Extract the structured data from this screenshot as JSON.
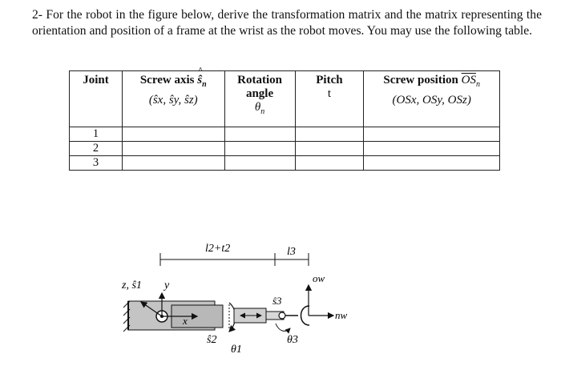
{
  "problem_text": "2- For the robot in the figure below, derive the transformation matrix and the matrix representing the orientation and position of a frame at the wrist as the robot moves. You may use the following table.",
  "table": {
    "headers": {
      "joint": "Joint",
      "screw_axis": "Screw axis",
      "screw_axis_symbol": "ŝ",
      "screw_axis_sub": "n",
      "screw_axis_components": "(ŝx, ŝy, ŝz)",
      "rotation_line1": "Rotation",
      "rotation_line2": "angle",
      "rotation_symbol": "θ",
      "rotation_sub": "n",
      "pitch": "Pitch",
      "pitch_symbol": "t",
      "screw_position": "Screw position",
      "screw_position_symbol": "OS",
      "screw_position_sub": "n",
      "screw_position_components": "(OSx, OSy, OSz)"
    },
    "rows": [
      {
        "joint": "1",
        "screw_axis": "",
        "rotation": "",
        "pitch": "",
        "position": ""
      },
      {
        "joint": "2",
        "screw_axis": "",
        "rotation": "",
        "pitch": "",
        "position": ""
      },
      {
        "joint": "3",
        "screw_axis": "",
        "rotation": "",
        "pitch": "",
        "position": ""
      }
    ]
  },
  "figure": {
    "dim_l2_t2": "l2+t2",
    "dim_l3": "l3",
    "label_z_s1": "z, ŝ1",
    "label_y": "y",
    "label_x": "x",
    "label_s2": "ŝ2",
    "label_theta1": "θ1",
    "label_s3": "ŝ3",
    "label_theta3": "θ3",
    "label_ow": "ow",
    "label_nw": "nw"
  }
}
